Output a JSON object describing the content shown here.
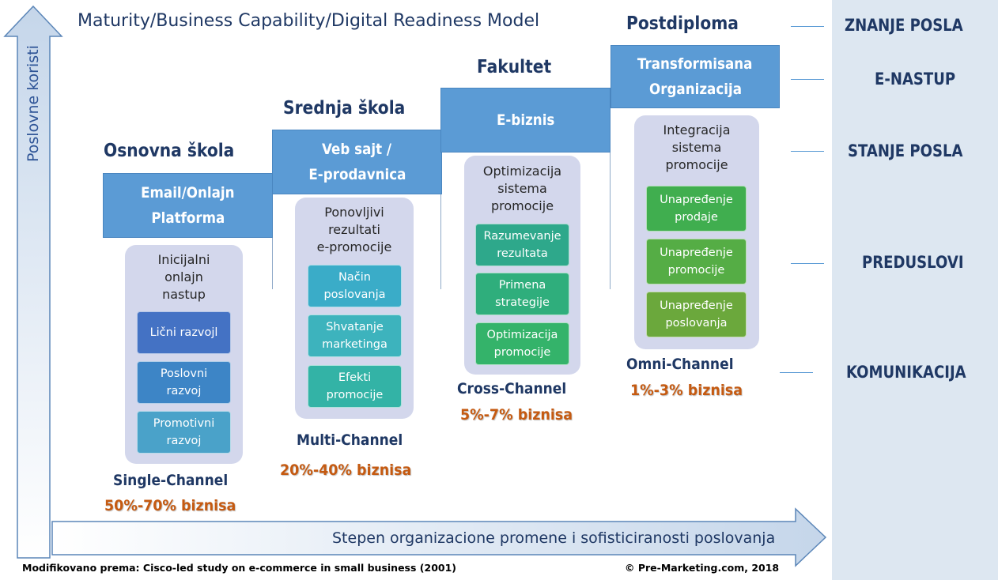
{
  "title": "Maturity/Business Capability/Digital Readiness Model",
  "y_axis_label": "Poslovne koristi",
  "x_axis_label": "Stepen organizacione promene i sofisticiranosti poslovanja",
  "right_labels": [
    "ZNANJE POSLA",
    "E-NASTUP",
    "STANJE POSLA",
    "PREDUSLOVI",
    "KOMUNIKACIJA"
  ],
  "stages": [
    {
      "level": "Osnovna škola",
      "platform": [
        "Email/Onlajn",
        "Platforma"
      ],
      "container_title": [
        "Inicijalni",
        "onlajn",
        "nastup"
      ],
      "items": [
        [
          "Lični razvojl"
        ],
        [
          "Poslovni",
          "razvoj"
        ],
        [
          "Promotivni",
          "razvoj"
        ]
      ],
      "channel": "Single-Channel",
      "percent": "50%-70% biznisa"
    },
    {
      "level": "Srednja škola",
      "platform": [
        "Veb sajt /",
        "E-prodavnica"
      ],
      "container_title": [
        "Ponovljivi",
        "rezultati",
        "e-promocije"
      ],
      "items": [
        [
          "Način",
          "poslovanja"
        ],
        [
          "Shvatanje",
          "marketinga"
        ],
        [
          "Efekti",
          "promocije"
        ]
      ],
      "channel": "Multi-Channel",
      "percent": "20%-40% biznisa"
    },
    {
      "level": "Fakultet",
      "platform": [
        "E-biznis"
      ],
      "container_title": [
        "Optimizacija",
        "sistema",
        "promocije"
      ],
      "items": [
        [
          "Razumevanje",
          "rezultata"
        ],
        [
          "Primena",
          "strategije"
        ],
        [
          "Optimizacija",
          "promocije"
        ]
      ],
      "channel": "Cross-Channel",
      "percent": "5%-7% biznisa"
    },
    {
      "level": "Postdiploma",
      "platform": [
        "Transformisana",
        "Organizacija"
      ],
      "container_title": [
        "Integracija",
        "sistema",
        "promocije"
      ],
      "items": [
        [
          "Unapređenje",
          "prodaje"
        ],
        [
          "Unapređenje",
          "promocije"
        ],
        [
          "Unapređenje",
          "poslovanja"
        ]
      ],
      "channel": "Omni-Channel",
      "percent": "1%-3% biznisa"
    }
  ],
  "footer_left": "Modifikovano prema: Cisco-led study on e-commerce in small business (2001)",
  "footer_right": "© Pre-Marketing.com, 2018",
  "colors": {
    "platform_blue": "#5b9bd5",
    "container": "#d3d7ec",
    "stage1_boxes": [
      "#4472c4",
      "#3d85c6",
      "#4aa2c9"
    ],
    "stage2_boxes": [
      "#3aacc8",
      "#3db3bd",
      "#33b3a6"
    ],
    "stage3_boxes": [
      "#2ea88b",
      "#2fae7c",
      "#34b36a"
    ],
    "stage4_boxes": [
      "#40ae4f",
      "#55ad45",
      "#6ba83c"
    ],
    "percent_orange": "#c55a11",
    "text_navy": "#1f3864",
    "right_panel": "#dde7f1"
  }
}
